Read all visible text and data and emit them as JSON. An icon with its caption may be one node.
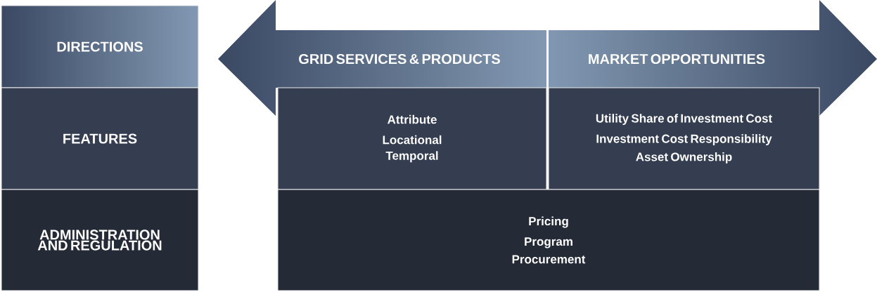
{
  "diagram": {
    "nodes": [
      {
        "text": [
          "DIRECTIONS"
        ]
      },
      {
        "text": [
          "FEATURES"
        ]
      },
      {
        "text": [
          "ADMINISTRATION AND REGULATION"
        ]
      },
      {
        "text": [
          "GRID SERVICES & PRODUCTS"
        ]
      },
      {
        "text": [
          "MARKET OPPORTUNITIES"
        ]
      },
      {
        "text": [
          "Attribute",
          "Locational",
          "Temporal"
        ]
      },
      {
        "text": [
          "Utility Share of Investment Cost",
          "Investment Cost Responsibility",
          "Asset Ownership"
        ]
      },
      {
        "text": [
          "Pricing",
          "Program",
          "Procurement"
        ]
      }
    ]
  }
}
